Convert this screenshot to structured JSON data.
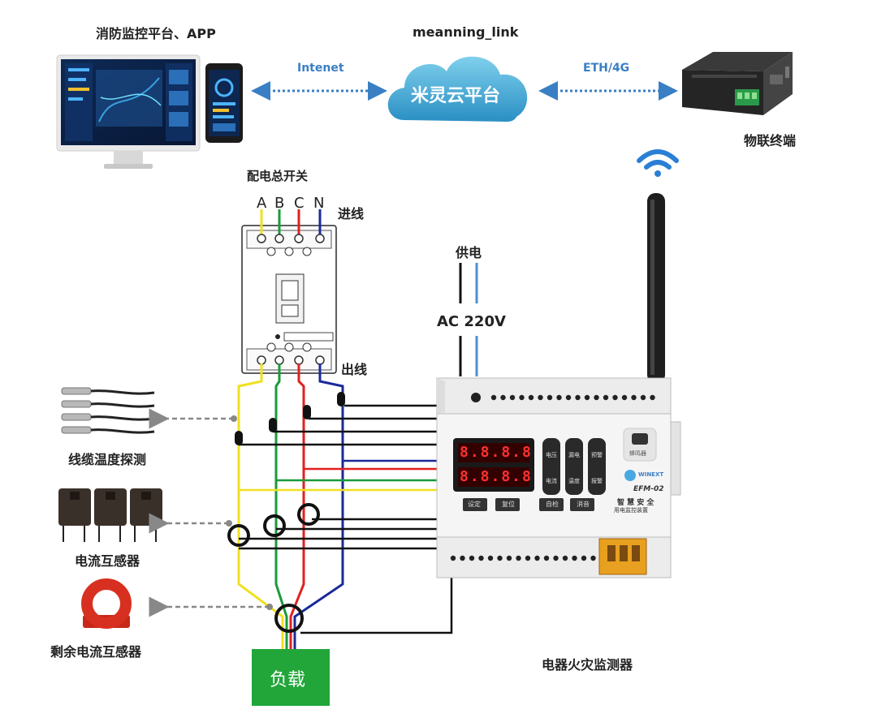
{
  "top": {
    "platform_label": "消防监控平台、APP",
    "cloud_title": "meanning_link",
    "cloud_label": "米灵云平台",
    "link_left": "Intenet",
    "link_right": "ETH/4G",
    "iot_label": "物联终端"
  },
  "breaker": {
    "title": "配电总开关",
    "phases": [
      "A",
      "B",
      "C",
      "N"
    ],
    "phase_colors": [
      "#f0e020",
      "#1a9a3a",
      "#e02020",
      "#1a2a9a"
    ],
    "in_label": "进线",
    "out_label": "出线"
  },
  "power": {
    "supply_label": "供电",
    "voltage_label": "AC 220V"
  },
  "sensors": {
    "temp_label": "线缆温度探测",
    "ct_label": "电流互感器",
    "rct_label": "剩余电流互感器"
  },
  "device": {
    "label": "电器火灾监测器",
    "display_row1": "8.8.8.8",
    "display_row2": "8.8.8.8",
    "led_labels": [
      "电压",
      "漏电",
      "预警",
      "电流",
      "温度",
      "报警"
    ],
    "buzzer_label": "蜂鸣器",
    "brand": "WINEXT",
    "model": "EFM-02",
    "desc_line1": "智 慧 安 全",
    "desc_line2": "用电监控装置",
    "buttons": [
      "设定",
      "复位",
      "自检",
      "消音"
    ]
  },
  "load": {
    "label": "负载"
  },
  "colors": {
    "yellow": "#f0e020",
    "green": "#1a9a3a",
    "red": "#e02020",
    "blue": "#1a2a9a",
    "load_green": "#22a63a",
    "link_blue": "#3a7fc4"
  }
}
